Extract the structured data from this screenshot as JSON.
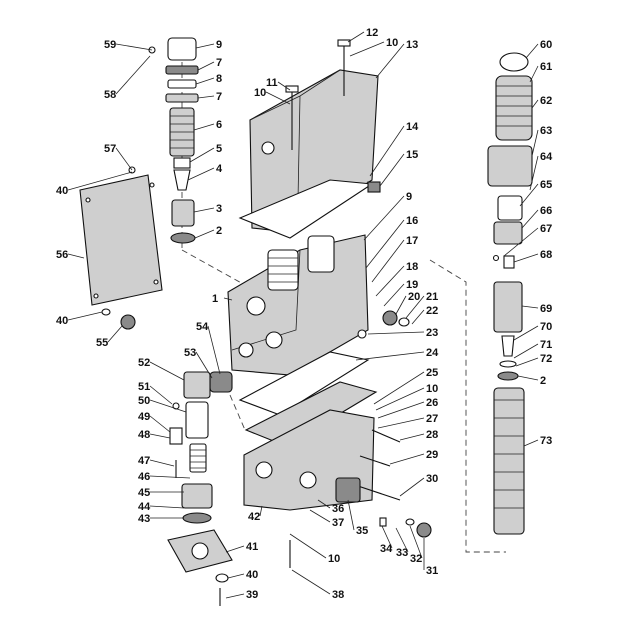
{
  "callouts": [
    {
      "label": "59"
    },
    {
      "label": "9"
    },
    {
      "label": "7"
    },
    {
      "label": "8"
    },
    {
      "label": "7"
    },
    {
      "label": "58"
    },
    {
      "label": "6"
    },
    {
      "label": "57"
    },
    {
      "label": "5"
    },
    {
      "label": "4"
    },
    {
      "label": "40"
    },
    {
      "label": "3"
    },
    {
      "label": "2"
    },
    {
      "label": "56"
    },
    {
      "label": "40"
    },
    {
      "label": "55"
    },
    {
      "label": "12"
    },
    {
      "label": "10"
    },
    {
      "label": "13"
    },
    {
      "label": "11"
    },
    {
      "label": "10"
    },
    {
      "label": "14"
    },
    {
      "label": "15"
    },
    {
      "label": "9"
    },
    {
      "label": "16"
    },
    {
      "label": "17"
    },
    {
      "label": "18"
    },
    {
      "label": "19"
    },
    {
      "label": "20"
    },
    {
      "label": "21"
    },
    {
      "label": "22"
    },
    {
      "label": "23"
    },
    {
      "label": "1"
    },
    {
      "label": "54"
    },
    {
      "label": "53"
    },
    {
      "label": "24"
    },
    {
      "label": "52"
    },
    {
      "label": "51"
    },
    {
      "label": "50"
    },
    {
      "label": "49"
    },
    {
      "label": "48"
    },
    {
      "label": "47"
    },
    {
      "label": "46"
    },
    {
      "label": "45"
    },
    {
      "label": "44"
    },
    {
      "label": "43"
    },
    {
      "label": "25"
    },
    {
      "label": "10"
    },
    {
      "label": "26"
    },
    {
      "label": "27"
    },
    {
      "label": "28"
    },
    {
      "label": "29"
    },
    {
      "label": "30"
    },
    {
      "label": "42"
    },
    {
      "label": "36"
    },
    {
      "label": "37"
    },
    {
      "label": "35"
    },
    {
      "label": "34"
    },
    {
      "label": "33"
    },
    {
      "label": "32"
    },
    {
      "label": "31"
    },
    {
      "label": "10"
    },
    {
      "label": "41"
    },
    {
      "label": "40"
    },
    {
      "label": "39"
    },
    {
      "label": "38"
    },
    {
      "label": "60"
    },
    {
      "label": "61"
    },
    {
      "label": "62"
    },
    {
      "label": "63"
    },
    {
      "label": "64"
    },
    {
      "label": "65"
    },
    {
      "label": "66"
    },
    {
      "label": "67"
    },
    {
      "label": "68"
    },
    {
      "label": "69"
    },
    {
      "label": "70"
    },
    {
      "label": "71"
    },
    {
      "label": "72"
    },
    {
      "label": "2"
    },
    {
      "label": "73"
    }
  ]
}
